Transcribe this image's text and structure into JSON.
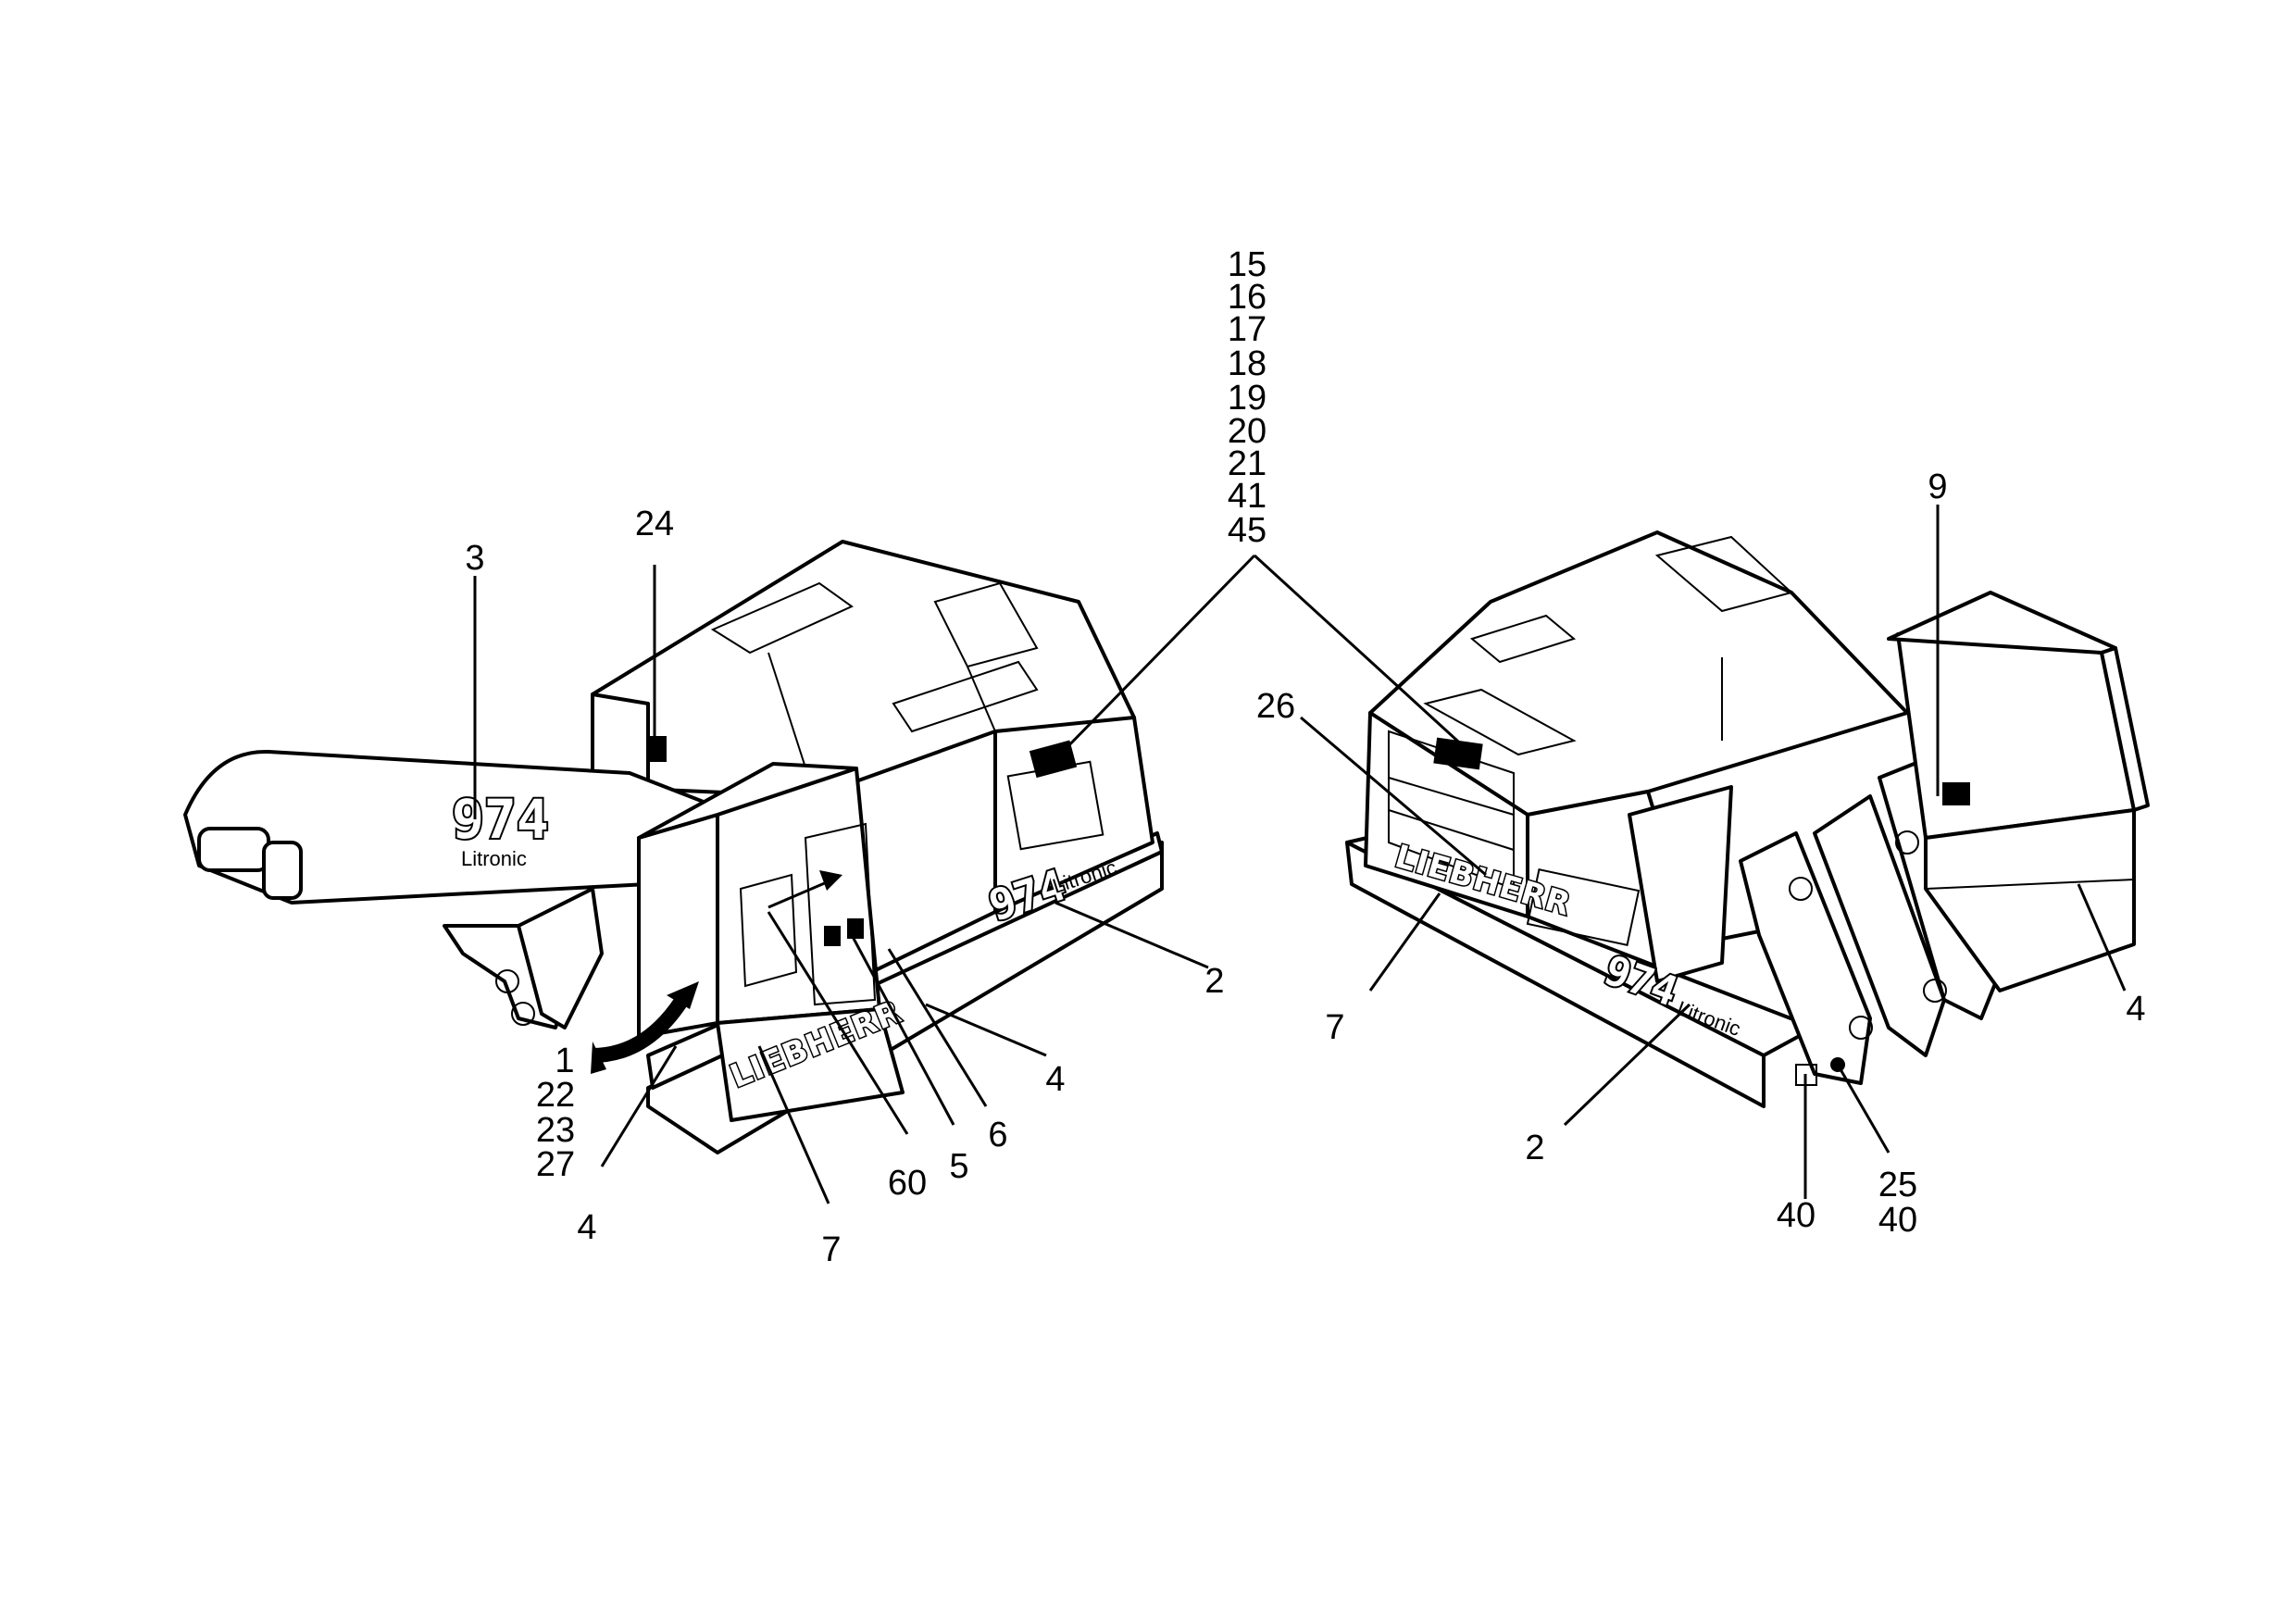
{
  "labels": {
    "top_group": [
      "15",
      "16",
      "17",
      "18",
      "19",
      "20",
      "21",
      "41",
      "45"
    ],
    "l24": "24",
    "l3": "3",
    "left_group": [
      "1",
      "22",
      "23",
      "27"
    ],
    "l4_left_bottom": "4",
    "l7_left": "7",
    "l60": "60",
    "l5": "5",
    "l6": "6",
    "l4_left_mid": "4",
    "l2_left": "2",
    "l9": "9",
    "l26": "26",
    "l7_right": "7",
    "l2_right": "2",
    "l4_right": "4",
    "l40": "40",
    "right_group": [
      "25",
      "40"
    ]
  },
  "decals": {
    "model": "974",
    "litronic": "Litronic",
    "brand": "LIEBHERR"
  }
}
